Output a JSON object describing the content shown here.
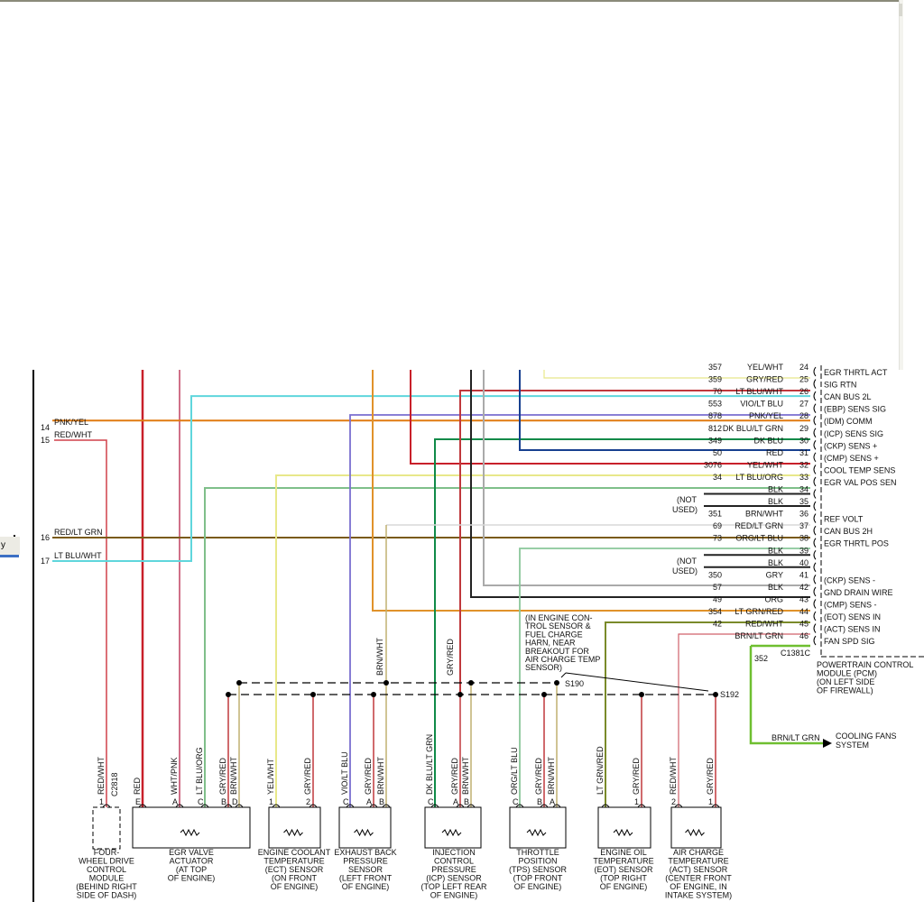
{
  "window": {
    "side_tab_label": "y"
  },
  "left_connector": {
    "pins": [
      {
        "pin": "14",
        "color_label": "PNK/YEL"
      },
      {
        "pin": "15",
        "color_label": "RED/WHT"
      },
      {
        "pin": "16",
        "color_label": "RED/LT GRN"
      },
      {
        "pin": "17",
        "color_label": "LT BLU/WHT"
      }
    ]
  },
  "pcm": {
    "connector": "C1381C",
    "label_lines": [
      "POWERTRAIN CONTROL",
      "MODULE (PCM)",
      "(ON LEFT SIDE",
      "OF FIREWALL)"
    ],
    "not_used_label": [
      "(NOT",
      "USED)"
    ],
    "pins": [
      {
        "pin": "24",
        "circuit": "357",
        "color": "YEL/WHT",
        "function": "EGR THRTL ACT",
        "wire": "#e8e88a"
      },
      {
        "pin": "25",
        "circuit": "359",
        "color": "GRY/RED",
        "function": "SIG RTN",
        "wire": "#c0383c"
      },
      {
        "pin": "26",
        "circuit": "70",
        "color": "LT BLU/WHT",
        "function": "CAN BUS 2L",
        "wire": "#5fd6dc"
      },
      {
        "pin": "27",
        "circuit": "553",
        "color": "VIO/LT BLU",
        "function": "(EBP) SENS SIG",
        "wire": "#7a6fd0"
      },
      {
        "pin": "28",
        "circuit": "878",
        "color": "PNK/YEL",
        "function": "(IDM) COMM",
        "wire": "#e07a10"
      },
      {
        "pin": "29",
        "circuit": "812",
        "color": "DK BLU/LT GRN",
        "function": "(ICP) SENS SIG",
        "wire": "#0f8a48"
      },
      {
        "pin": "30",
        "circuit": "349",
        "color": "DK BLU",
        "function": "(CKP) SENS +",
        "wire": "#173f8f"
      },
      {
        "pin": "31",
        "circuit": "50",
        "color": "RED",
        "function": "(CMP) SENS +",
        "wire": "#c8202a"
      },
      {
        "pin": "32",
        "circuit": "3076",
        "color": "YEL/WHT",
        "function": "COOL TEMP SENS",
        "wire": "#d0d0d0"
      },
      {
        "pin": "33",
        "circuit": "34",
        "color": "LT BLU/ORG",
        "function": "EGR VAL POS SEN",
        "wire": "#7fbf8a"
      },
      {
        "pin": "34",
        "circuit": "",
        "color": "BLK",
        "function": "",
        "wire": "#222"
      },
      {
        "pin": "35",
        "circuit": "",
        "color": "BLK",
        "function": "",
        "wire": "#222"
      },
      {
        "pin": "36",
        "circuit": "351",
        "color": "BRN/WHT",
        "function": "REF VOLT",
        "wire": "#d8d8d8"
      },
      {
        "pin": "37",
        "circuit": "69",
        "color": "RED/LT GRN",
        "function": "CAN BUS 2H",
        "wire": "#7a5a14"
      },
      {
        "pin": "38",
        "circuit": "73",
        "color": "ORG/LT BLU",
        "function": "EGR THRTL POS",
        "wire": "#8ac79a"
      },
      {
        "pin": "39",
        "circuit": "",
        "color": "BLK",
        "function": "",
        "wire": "#222"
      },
      {
        "pin": "40",
        "circuit": "",
        "color": "BLK",
        "function": "",
        "wire": "#222"
      },
      {
        "pin": "41",
        "circuit": "350",
        "color": "GRY",
        "function": "(CKP) SENS -",
        "wire": "#aaa"
      },
      {
        "pin": "42",
        "circuit": "57",
        "color": "BLK",
        "function": "GND DRAIN WIRE",
        "wire": "#222"
      },
      {
        "pin": "43",
        "circuit": "49",
        "color": "ORG",
        "function": "(CMP) SENS -",
        "wire": "#e0922a"
      },
      {
        "pin": "44",
        "circuit": "354",
        "color": "LT GRN/RED",
        "function": "(EOT) SENS IN",
        "wire": "#7a8a2a"
      },
      {
        "pin": "45",
        "circuit": "42",
        "color": "RED/WHT",
        "function": "(ACT) SENS IN",
        "wire": "#d0606a"
      },
      {
        "pin": "46",
        "circuit": "",
        "color": "BRN/LT GRN",
        "function": "FAN SPD SIG",
        "wire": "#6fbf30"
      }
    ]
  },
  "splices": [
    {
      "id": "S190",
      "note_lines": [
        "(IN ENGINE CON-",
        "TROL SENSOR &",
        "FUEL CHARGE",
        "HARN, NEAR",
        "BREAKOUT FOR",
        "AIR CHARGE TEMP",
        "SENSOR)"
      ]
    },
    {
      "id": "S192"
    }
  ],
  "fan_output": {
    "circuit": "352",
    "color": "BRN/LT GRN",
    "label_lines": [
      "COOLING FANS",
      "SYSTEM"
    ]
  },
  "riser_labels": [
    {
      "label": "BRN/WHT"
    },
    {
      "label": "GRY/RED"
    }
  ],
  "components": [
    {
      "id": "4wd",
      "connector": "C2818",
      "label_lines": [
        "FOUR-",
        "WHEEL DRIVE",
        "CONTROL",
        "MODULE",
        "(BEHIND RIGHT",
        "SIDE OF DASH)"
      ],
      "pins": [
        {
          "pin": "1",
          "color": "RED/WHT"
        }
      ]
    },
    {
      "id": "egr",
      "label_lines": [
        "EGR VALVE",
        "ACTUATOR",
        "(AT TOP",
        "OF ENGINE)"
      ],
      "pins": [
        {
          "pin": "E",
          "color": "RED"
        },
        {
          "pin": "A",
          "color": "WHT/PNK"
        },
        {
          "pin": "C",
          "color": "LT BLU/ORG"
        },
        {
          "pin": "B",
          "color": "GRY/RED"
        },
        {
          "pin": "D",
          "color": "BRN/WHT"
        }
      ]
    },
    {
      "id": "ect",
      "label_lines": [
        "ENGINE COOLANT",
        "TEMPERATURE",
        "(ECT) SENSOR",
        "(ON FRONT",
        "OF ENGINE)"
      ],
      "pins": [
        {
          "pin": "1",
          "color": "YEL/WHT"
        },
        {
          "pin": "2",
          "color": "GRY/RED"
        }
      ]
    },
    {
      "id": "ebp",
      "label_lines": [
        "EXHAUST BACK",
        "PRESSURE",
        "SENSOR",
        "(LEFT FRONT",
        "OF ENGINE)"
      ],
      "pins": [
        {
          "pin": "C",
          "color": "VIO/LT BLU"
        },
        {
          "pin": "A",
          "color": "GRY/RED"
        },
        {
          "pin": "B",
          "color": "BRN/WHT"
        }
      ]
    },
    {
      "id": "icp",
      "label_lines": [
        "INJECTION",
        "CONTROL",
        "PRESSURE",
        "(ICP) SENSOR",
        "(TOP LEFT REAR",
        "OF ENGINE)"
      ],
      "pins": [
        {
          "pin": "C",
          "color": "DK BLU/LT GRN"
        },
        {
          "pin": "A",
          "color": "GRY/RED"
        },
        {
          "pin": "B",
          "color": "BRN/WHT"
        }
      ]
    },
    {
      "id": "tps",
      "label_lines": [
        "THROTTLE",
        "POSITION",
        "(TPS) SENSOR",
        "(TOP FRONT",
        "OF ENGINE)"
      ],
      "pins": [
        {
          "pin": "C",
          "color": "ORG/LT BLU"
        },
        {
          "pin": "B",
          "color": "GRY/RED"
        },
        {
          "pin": "A",
          "color": "BRN/WHT"
        }
      ]
    },
    {
      "id": "eot",
      "label_lines": [
        "ENGINE OIL",
        "TEMPERATURE",
        "(EOT) SENSOR",
        "(TOP RIGHT",
        "OF ENGINE)"
      ],
      "pins": [
        {
          "pin": "",
          "color": "LT GRN/RED"
        },
        {
          "pin": "1",
          "color": "GRY/RED"
        }
      ]
    },
    {
      "id": "act",
      "label_lines": [
        "AIR CHARGE",
        "TEMPERATURE",
        "(ACT) SENSOR",
        "(CENTER FRONT",
        "OF ENGINE, IN",
        "INTAKE SYSTEM)"
      ],
      "pins": [
        {
          "pin": "2",
          "color": "RED/WHT"
        },
        {
          "pin": "1",
          "color": "GRY/RED"
        }
      ]
    }
  ]
}
